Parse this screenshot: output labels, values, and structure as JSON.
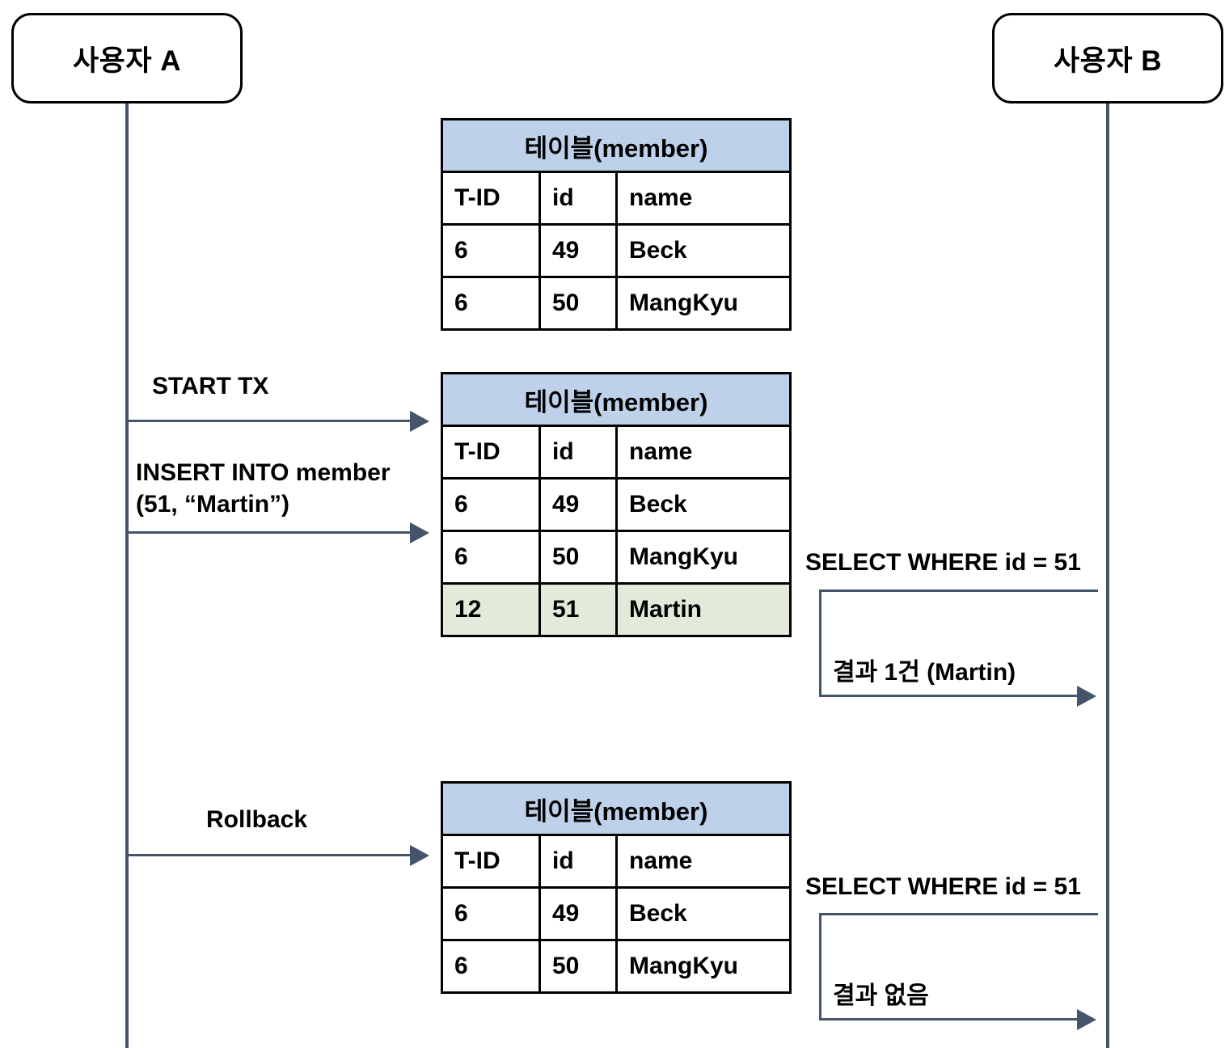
{
  "diagram": {
    "title": "Phantom read / dirty read sequence diagram",
    "colors": {
      "table_header_blue": "#BDD2EA",
      "highlight_green": "#E2EBD9",
      "line_slate": "#44546A",
      "border_black": "#000000"
    }
  },
  "actors": {
    "left": {
      "label": "사용자 A"
    },
    "right": {
      "label": "사용자 B"
    }
  },
  "tables": [
    {
      "title": "테이블(member)",
      "columns": [
        "T-ID",
        "id",
        "name"
      ],
      "rows": [
        {
          "cells": [
            "6",
            "49",
            "Beck"
          ],
          "highlight": false
        },
        {
          "cells": [
            "6",
            "50",
            "MangKyu"
          ],
          "highlight": false
        }
      ]
    },
    {
      "title": "테이블(member)",
      "columns": [
        "T-ID",
        "id",
        "name"
      ],
      "rows": [
        {
          "cells": [
            "6",
            "49",
            "Beck"
          ],
          "highlight": false
        },
        {
          "cells": [
            "6",
            "50",
            "MangKyu"
          ],
          "highlight": false
        },
        {
          "cells": [
            "12",
            "51",
            "Martin"
          ],
          "highlight": true
        }
      ]
    },
    {
      "title": "테이블(member)",
      "columns": [
        "T-ID",
        "id",
        "name"
      ],
      "rows": [
        {
          "cells": [
            "6",
            "49",
            "Beck"
          ],
          "highlight": false
        },
        {
          "cells": [
            "6",
            "50",
            "MangKyu"
          ],
          "highlight": false
        }
      ]
    }
  ],
  "messages": {
    "start_tx": "START TX",
    "insert": "INSERT INTO member\n(51, “Martin”)",
    "rollback": "Rollback",
    "select_1": "SELECT WHERE id = 51",
    "result_1": "결과 1건 (Martin)",
    "select_2": "SELECT WHERE id = 51",
    "result_2": "결과 없음"
  }
}
